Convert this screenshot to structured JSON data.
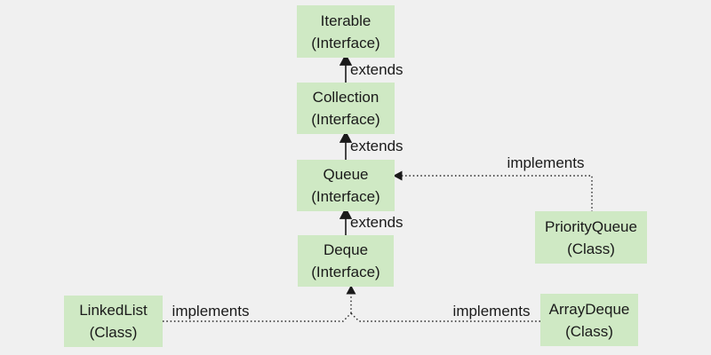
{
  "diagram": {
    "colors": {
      "background": "#f0f0f0",
      "node_fill": "#cfe9c4",
      "text": "#1a1a1a",
      "line": "#222222"
    },
    "nodes": {
      "iterable": {
        "name": "Iterable",
        "kind": "(Interface)"
      },
      "collection": {
        "name": "Collection",
        "kind": "(Interface)"
      },
      "queue": {
        "name": "Queue",
        "kind": "(Interface)"
      },
      "deque": {
        "name": "Deque",
        "kind": "(Interface)"
      },
      "priorityQueue": {
        "name": "PriorityQueue",
        "kind": "(Class)"
      },
      "linkedList": {
        "name": "LinkedList",
        "kind": "(Class)"
      },
      "arrayDeque": {
        "name": "ArrayDeque",
        "kind": "(Class)"
      }
    },
    "edges": {
      "collection_extends_iterable": {
        "from": "Collection",
        "to": "Iterable",
        "label": "extends",
        "style": "solid"
      },
      "queue_extends_collection": {
        "from": "Queue",
        "to": "Collection",
        "label": "extends",
        "style": "solid"
      },
      "deque_extends_queue": {
        "from": "Deque",
        "to": "Queue",
        "label": "extends",
        "style": "solid"
      },
      "priorityqueue_implements_queue": {
        "from": "PriorityQueue",
        "to": "Queue",
        "label": "implements",
        "style": "dotted"
      },
      "linkedlist_implements_deque": {
        "from": "LinkedList",
        "to": "Deque",
        "label": "implements",
        "style": "dotted"
      },
      "arraydeque_implements_deque": {
        "from": "ArrayDeque",
        "to": "Deque",
        "label": "implements",
        "style": "dotted"
      }
    }
  }
}
